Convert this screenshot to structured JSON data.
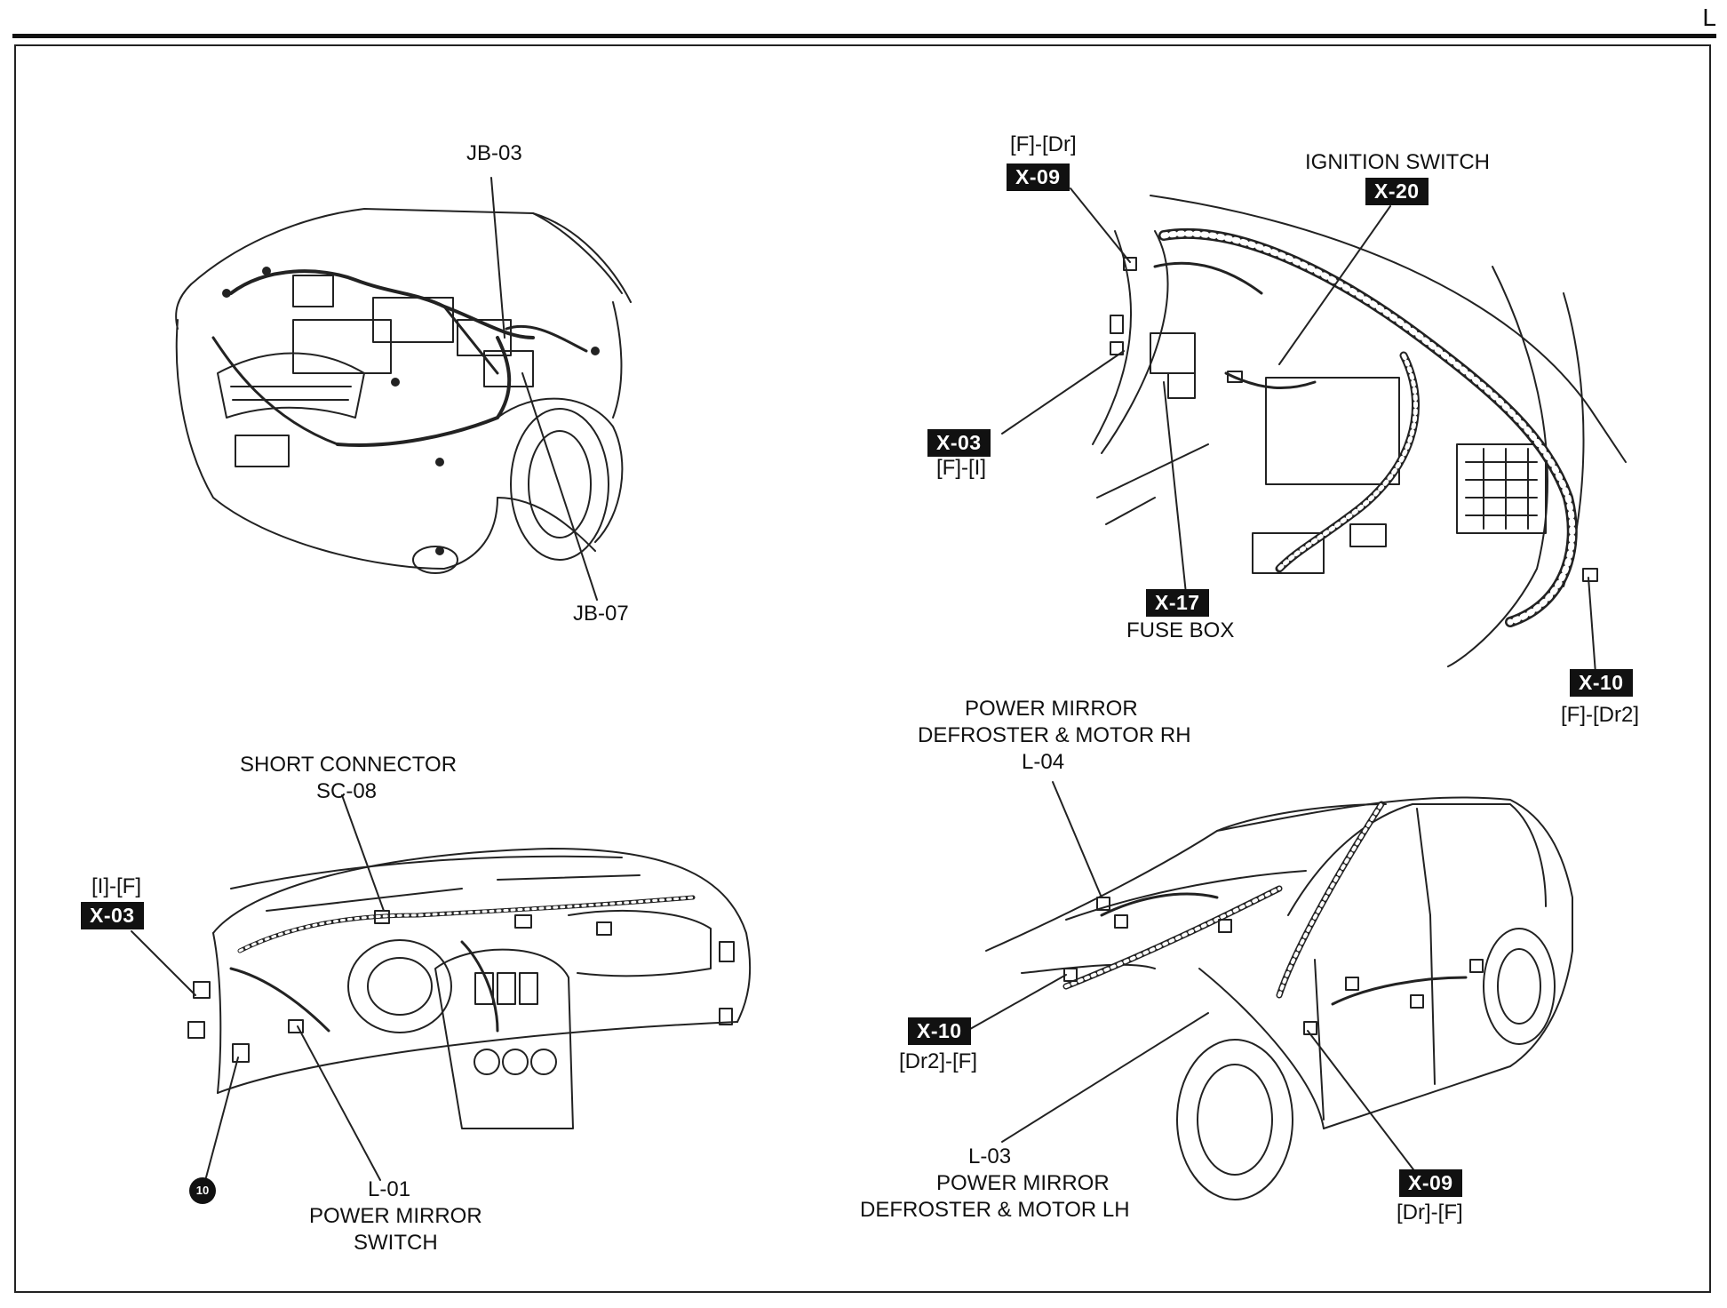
{
  "page_letter": "L",
  "engine": {
    "jb03": "JB-03",
    "jb07": "JB-07"
  },
  "interior": {
    "x09_route": "[F]-[Dr]",
    "x09": "X-09",
    "ignition_title": "IGNITION SWITCH",
    "x20": "X-20",
    "x03": "X-03",
    "x03_route": "[F]-[I]",
    "x17": "X-17",
    "fuse_box": "FUSE BOX",
    "x10": "X-10",
    "x10_route": "[F]-[Dr2]"
  },
  "dashboard": {
    "short_line1": "SHORT CONNECTOR",
    "short_line2": "SC-08",
    "x03_route": "[I]-[F]",
    "x03": "X-03",
    "ground_num": "10",
    "l01_line1": "L-01",
    "l01_line2": "POWER MIRROR",
    "l01_line3": "SWITCH"
  },
  "car": {
    "rh_line1": "POWER MIRROR",
    "rh_line2": "DEFROSTER & MOTOR RH",
    "rh_line3": "L-04",
    "x10": "X-10",
    "x10_route": "[Dr2]-[F]",
    "lh_line1": "L-03",
    "lh_line2": "POWER MIRROR",
    "lh_line3": "DEFROSTER & MOTOR LH",
    "x09": "X-09",
    "x09_route": "[Dr]-[F]"
  }
}
